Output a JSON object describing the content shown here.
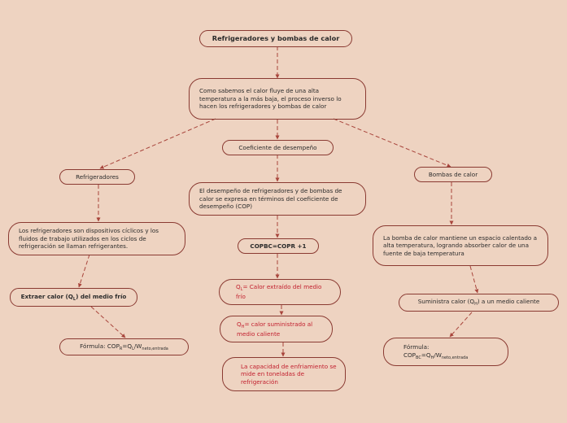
{
  "nodes": {
    "title": "Refrigeradores y bombas de calor",
    "intro": "Como sabemos el calor fluye de una alta temperatura a la más baja, el proceso inverso lo hacen los refrigeradores y bombas de calor",
    "cop": "Coeficiente de desempeño",
    "refrigeradores": "Refrigeradores",
    "bombas": "Bombas de calor",
    "desempeno": "El desempeño de refrigeradores y de bombas de calor se expresa en términos del coeficiente de desempeño (COP)",
    "ciclicos": "Los refrigeradores son dispositivos cíclicos y los fluidos de trabajo utilizados en los ciclos de refrigeración se llaman refrigerantes.",
    "bomba_desc": "La bomba de calor mantiene un espacio calentado a alta temperatura, logrando absorber calor de una fuente de baja temperatura",
    "copbc": "COPBC=COPR +1",
    "extraer": {
      "a": "Extraer calor (Q",
      "sub": "L",
      "b": ") del medio frío"
    },
    "ql": {
      "a": "Q",
      "sub": "L",
      "b": "= Calor extraído del medio frío"
    },
    "suministra": {
      "a": "Suministra calor (Q",
      "sub": "H",
      "b": ") a un medio caliente"
    },
    "qh": {
      "a": "Q",
      "sub": "H",
      "b": "= calor suministrado al medio caliente"
    },
    "formula_r": {
      "a": "Fórmula: COP",
      "sub1": "R",
      "b": "=Q",
      "sub2": "L",
      "c": "/W",
      "sub3": "neto,entrada"
    },
    "capacidad": "La capacidad de enfriamiento se mide en toneladas de refrigeración",
    "formula_bc": {
      "a": "Fórmula:",
      "b": "COP",
      "sub1": "BC",
      "c": "=Q",
      "sub2": "H",
      "d": "/W",
      "sub3": "neto,entrada"
    }
  },
  "colors": {
    "background": "#eed3c1",
    "border": "#8a3a32",
    "connector": "#a8453c",
    "red_text": "#c2202f"
  }
}
